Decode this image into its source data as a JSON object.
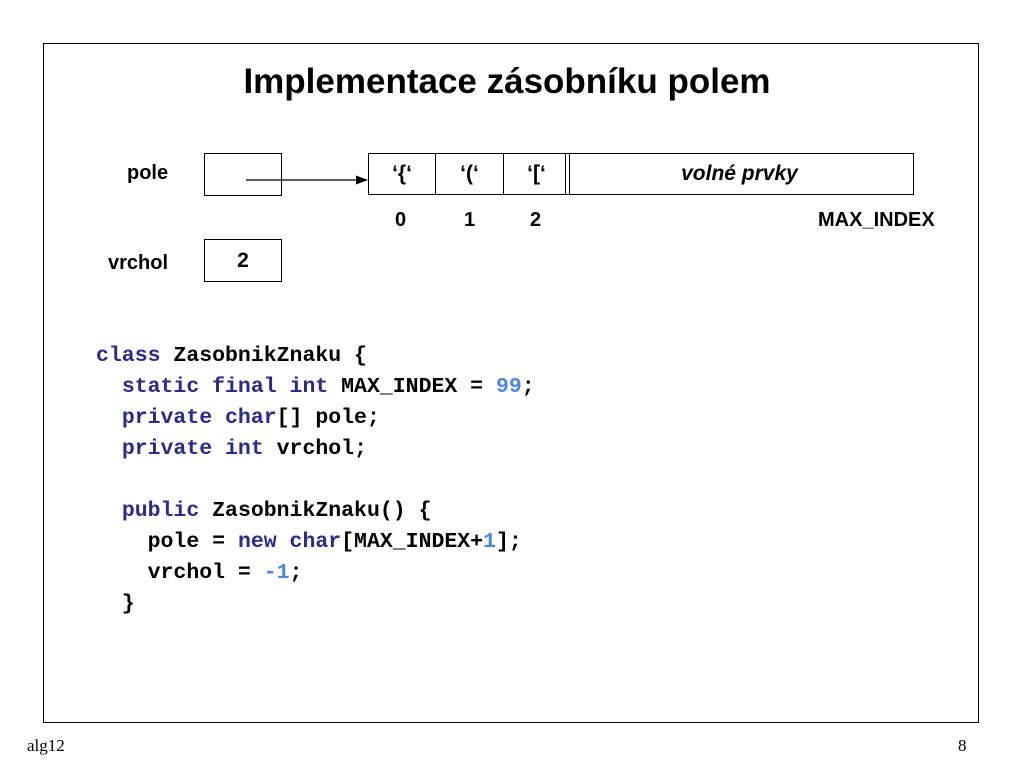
{
  "slide": {
    "title": "Implementace zásobníku polem",
    "footer_left": "alg12",
    "page_number": "8"
  },
  "diagram": {
    "pole_label": "pole",
    "vrchol_label": "vrchol",
    "vrchol_value": "2",
    "cells": [
      "‘{‘",
      "‘(‘",
      "‘[‘"
    ],
    "free_cell": "volné prvky",
    "indices": [
      "0",
      "1",
      "2"
    ],
    "max_index_label": "MAX_INDEX"
  },
  "code": {
    "line1": [
      "class",
      " ZasobnikZnaku {"
    ],
    "line2": [
      "  ",
      "static final int",
      " MAX_INDEX = ",
      "99",
      ";"
    ],
    "line3": [
      "  ",
      "private char",
      "[] pole;"
    ],
    "line4": [
      "  ",
      "private int",
      " vrchol;"
    ],
    "line6": [
      "  ",
      "public",
      " ZasobnikZnaku() {"
    ],
    "line7": [
      "    pole = ",
      "new char",
      "[MAX_INDEX+",
      "1",
      "];"
    ],
    "line8": [
      "    vrchol = ",
      "-1",
      ";"
    ],
    "line9": [
      "  }"
    ]
  },
  "colors": {
    "keyword": "#2b2b8c",
    "number": "#4a86e8"
  }
}
